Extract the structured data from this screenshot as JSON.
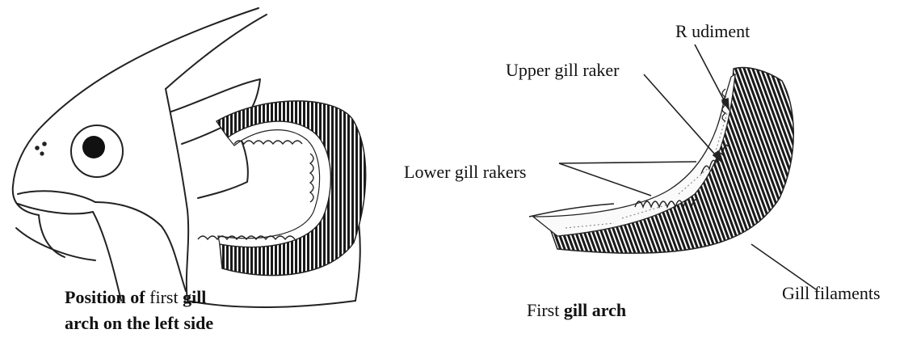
{
  "left_figure": {
    "caption_line1_a": "Position of",
    "caption_line1_b": "first",
    "caption_line1_c": "gill",
    "caption_line2": "arch on the left side"
  },
  "right_figure": {
    "caption_a": "First",
    "caption_b": "gill arch",
    "labels": {
      "rudiment": "R udiment",
      "upper_gill_raker": "Upper gill raker",
      "lower_gill_rakers": "Lower gill rakers",
      "gill_filaments": "Gill filaments"
    }
  }
}
